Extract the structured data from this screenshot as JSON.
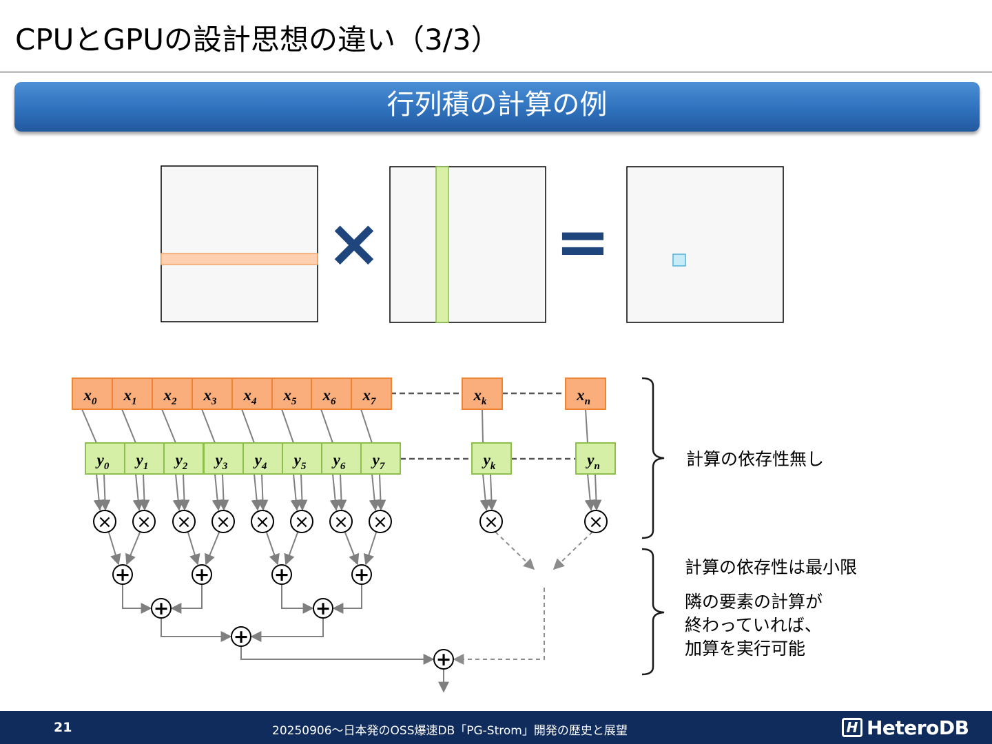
{
  "slide": {
    "title": "CPUとGPUの設計思想の違い（3/3）",
    "banner": "行列積の計算の例"
  },
  "matrix": {
    "times_symbol": "×",
    "equals_symbol": "="
  },
  "operands": {
    "x_labels": [
      {
        "base": "x",
        "sub": "0"
      },
      {
        "base": "x",
        "sub": "1"
      },
      {
        "base": "x",
        "sub": "2"
      },
      {
        "base": "x",
        "sub": "3"
      },
      {
        "base": "x",
        "sub": "4"
      },
      {
        "base": "x",
        "sub": "5"
      },
      {
        "base": "x",
        "sub": "6"
      },
      {
        "base": "x",
        "sub": "7"
      },
      {
        "base": "x",
        "sub": "k"
      },
      {
        "base": "x",
        "sub": "n"
      }
    ],
    "y_labels": [
      {
        "base": "y",
        "sub": "0"
      },
      {
        "base": "y",
        "sub": "1"
      },
      {
        "base": "y",
        "sub": "2"
      },
      {
        "base": "y",
        "sub": "3"
      },
      {
        "base": "y",
        "sub": "4"
      },
      {
        "base": "y",
        "sub": "5"
      },
      {
        "base": "y",
        "sub": "6"
      },
      {
        "base": "y",
        "sub": "7"
      },
      {
        "base": "y",
        "sub": "k"
      },
      {
        "base": "y",
        "sub": "n"
      }
    ],
    "multiply_symbol": "×",
    "add_symbol": "+"
  },
  "notes": {
    "no_dependency": "計算の依存性無し",
    "min_dependency": "計算の依存性は最小限",
    "neighbor_lines": [
      "隣の要素の計算が",
      "終わっていれば、",
      "加算を実行可能"
    ]
  },
  "footer": {
    "page_number": "21",
    "text": "20250906～日本発のOSS爆速DB「PG-Strom」開発の歴史と展望",
    "logo_mark": "H",
    "logo_text": "HeteroDB"
  },
  "colors": {
    "banner": "#2f71bd",
    "x_fill": "#f9ae7c",
    "x_border": "#ee8431",
    "y_fill": "#d5f0a6",
    "y_border": "#8cc04b",
    "matrix_symbols": "#1f467c",
    "footer": "#0f2c5c"
  }
}
